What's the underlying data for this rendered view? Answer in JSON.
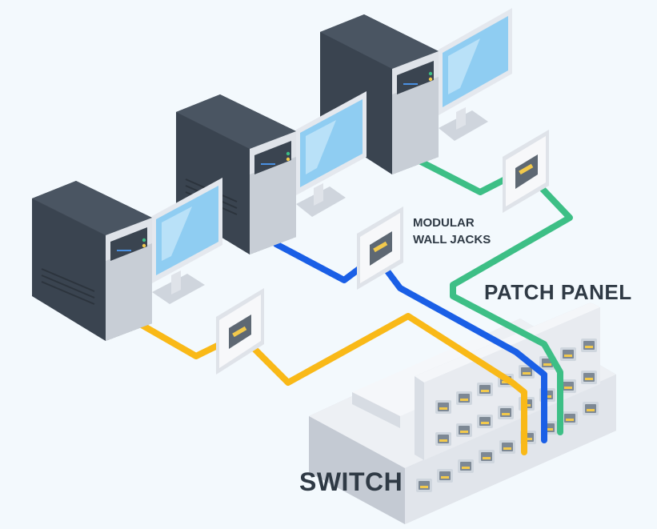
{
  "labels": {
    "modular_wall_jacks_line1": "MODULAR",
    "modular_wall_jacks_line2": "WALL JACKS",
    "patch_panel": "PATCH PANEL",
    "switch": "SWITCH"
  },
  "devices": {
    "computers": [
      "computer-1",
      "computer-2",
      "computer-3"
    ],
    "wall_jacks": [
      "wall-jack-1",
      "wall-jack-2",
      "wall-jack-3"
    ]
  },
  "colors": {
    "background": "#f3f9fd",
    "cable_yellow": "#f9b918",
    "cable_blue": "#1a5fe6",
    "cable_green": "#3dbf86",
    "tower_dark": "#3a4450",
    "screen_blue": "#8fcdf2",
    "equipment_light": "#e6e9ef",
    "label_text": "#2f3a45"
  }
}
